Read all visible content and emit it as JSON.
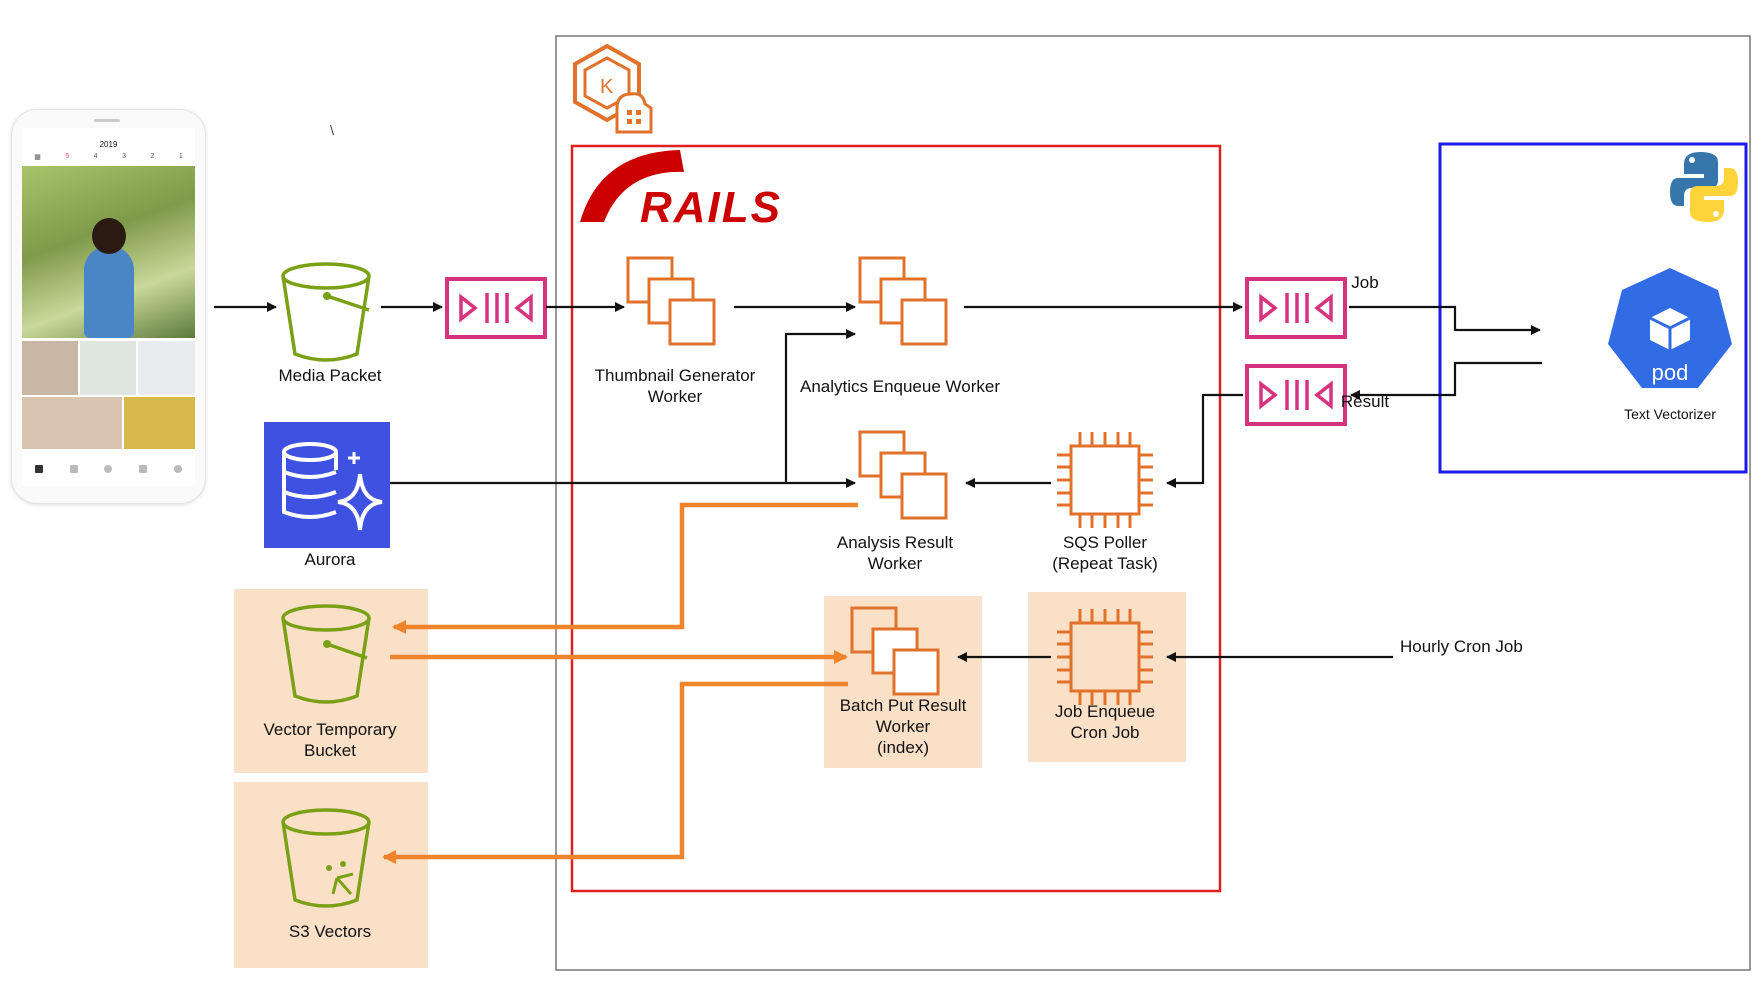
{
  "phone": {
    "year": "2019",
    "tabs": [
      "▦",
      "5",
      "4",
      "3",
      "2",
      "1"
    ]
  },
  "nodes": {
    "media_packet": "Media Packet",
    "aurora": "Aurora",
    "vector_temp_bucket": [
      "Vector Temporary",
      "Bucket"
    ],
    "s3_vectors": "S3 Vectors",
    "rails_logo": "RAILS",
    "thumbnail_worker": [
      "Thumbnail Generator",
      "Worker"
    ],
    "analytics_enqueue": "Analytics  Enqueue Worker",
    "analysis_result": [
      "Analysis Result",
      "Worker"
    ],
    "sqs_poller": [
      "SQS Poller",
      "(Repeat Task)"
    ],
    "batch_put": [
      "Batch Put Result",
      "Worker",
      "(index)"
    ],
    "job_enqueue": [
      "Job Enqueue",
      "Cron Job"
    ],
    "job_label": "Job",
    "result_label": "Result",
    "pod_label": "pod",
    "text_vectorizer": "Text Vectorizer",
    "hourly_cron": "Hourly Cron Job"
  },
  "colors": {
    "bucket_green": "#7aa116",
    "queue_pink": "#d6337f",
    "worker_orange": "#e0722b",
    "rails_red": "#cc0000",
    "kube_blue": "#326ce5",
    "python_box_blue": "#1a1ae6",
    "aurora_purple": "#3f51e0",
    "tan_fill": "#fbe0c8",
    "arrow_orange": "#f0842c"
  }
}
